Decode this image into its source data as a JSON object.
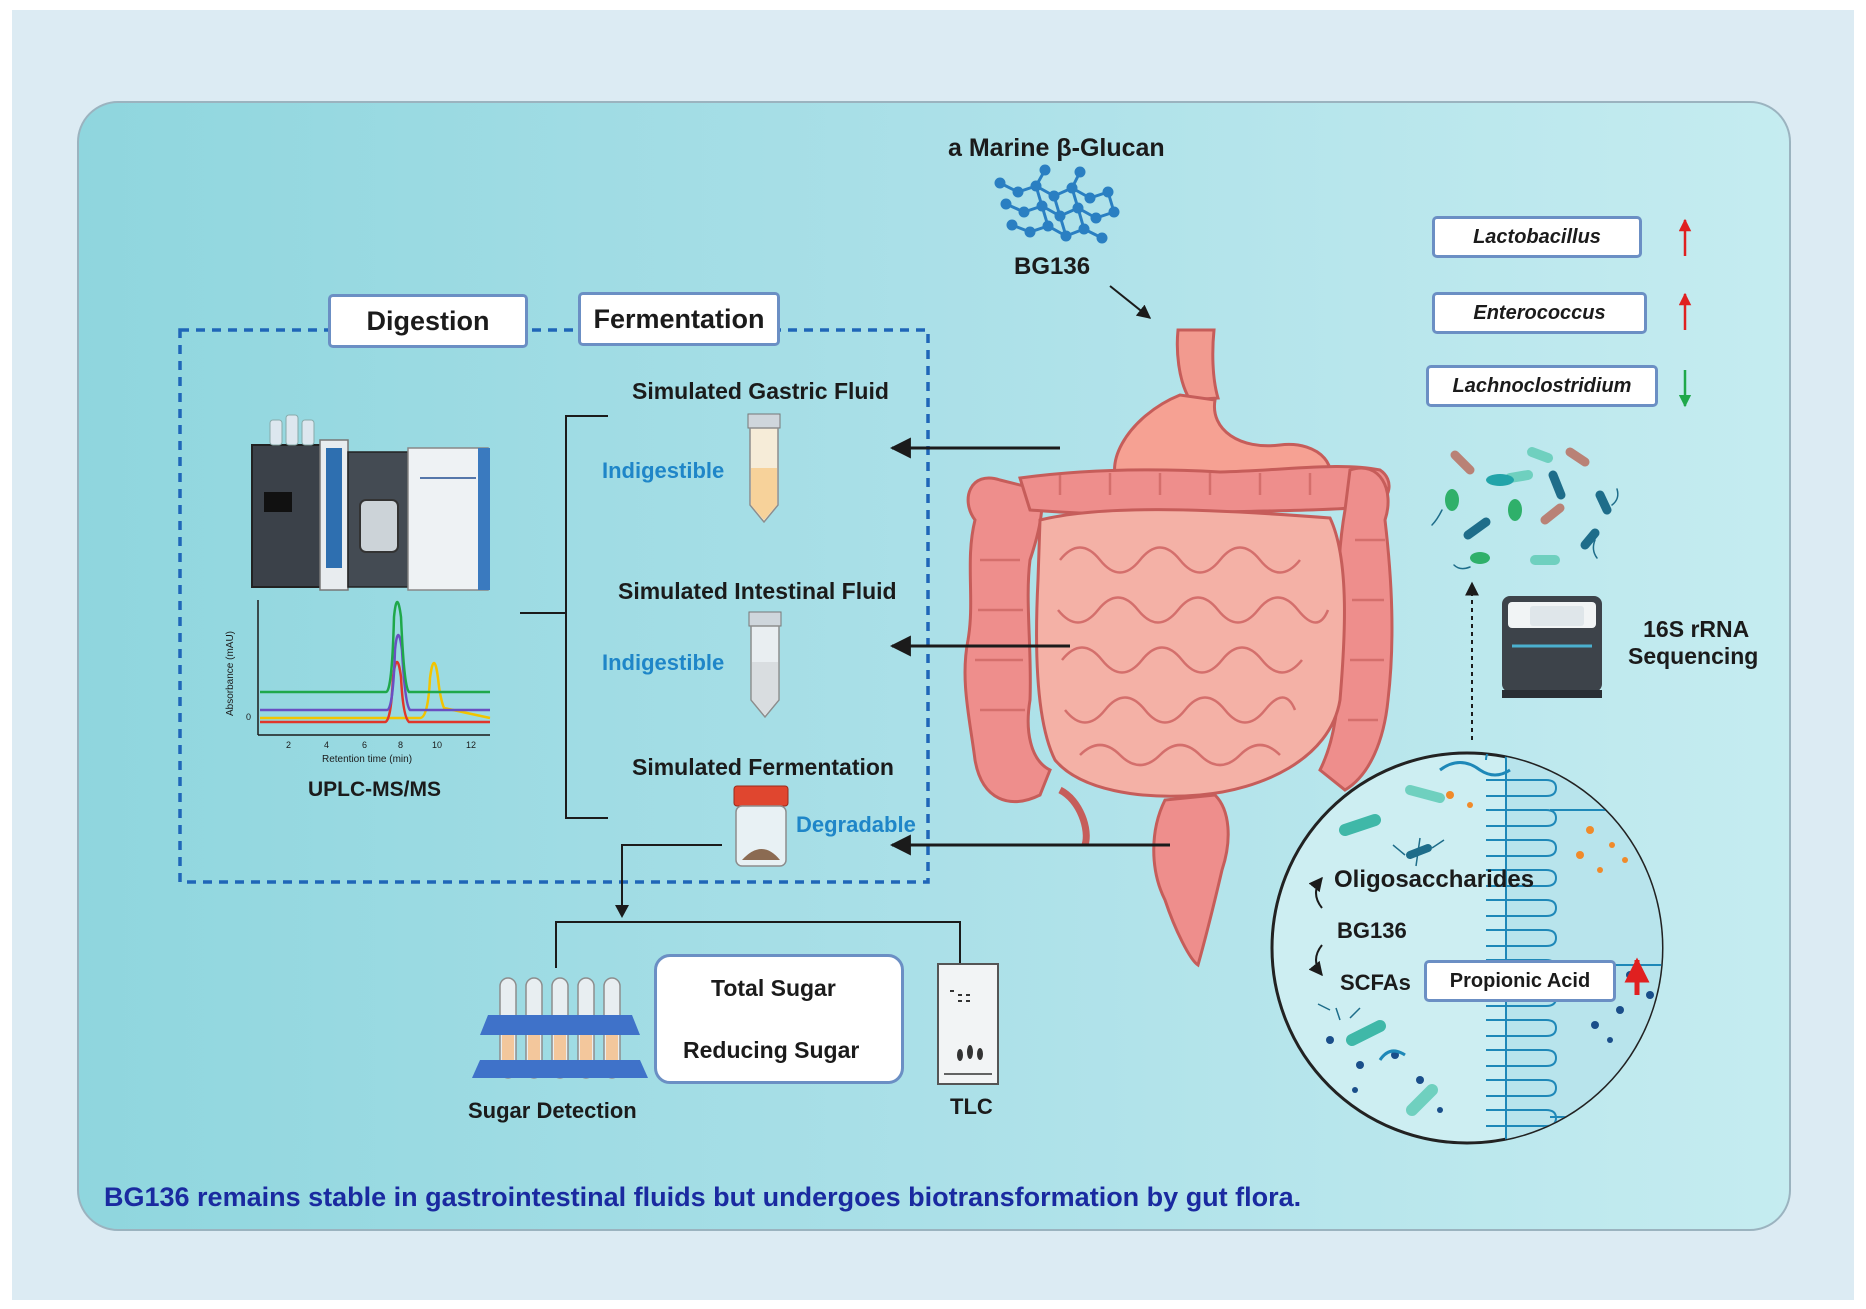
{
  "title": "a Marine β-Glucan",
  "compound": "BG136",
  "tabs": {
    "digestion": "Digestion",
    "fermentation": "Fermentation"
  },
  "steps": {
    "gastric": {
      "label": "Simulated Gastric Fluid",
      "result": "Indigestible"
    },
    "intestinal": {
      "label": "Simulated Intestinal Fluid",
      "result": "Indigestible"
    },
    "fermentation": {
      "label": "Simulated Fermentation",
      "result": "Degradable"
    }
  },
  "instrument": "UPLC-MS/MS",
  "chromatogram": {
    "ylabel": "Absorbance (mAU)",
    "xlabel": "Retention time (min)",
    "yzero": "0",
    "xticks": [
      "2",
      "4",
      "6",
      "8",
      "10",
      "12"
    ]
  },
  "detection": {
    "total_sugar": "Total Sugar",
    "reducing_sugar": "Reducing Sugar",
    "sugar_detection": "Sugar Detection",
    "tlc": "TLC"
  },
  "bacteria": [
    {
      "name": "Lactobacillus",
      "trend": "up"
    },
    {
      "name": "Enterococcus",
      "trend": "up"
    },
    {
      "name": "Lachnoclostridium",
      "trend": "down"
    }
  ],
  "sequencing": {
    "line1": "16S rRNA",
    "line2": "Sequencing"
  },
  "circle": {
    "oligo": "Oligosaccharides",
    "bg": "BG136",
    "scfa": "SCFAs",
    "propionic": "Propionic Acid"
  },
  "footer": "BG136 remains stable in gastrointestinal fluids but undergoes biotransformation by gut flora.",
  "colors": {
    "panel": "#a9dfe6",
    "border": "#6b8fc4",
    "accent": "#1f86c8",
    "up": "#e02020",
    "down": "#1fa84a",
    "footer": "#1a2aa0"
  }
}
